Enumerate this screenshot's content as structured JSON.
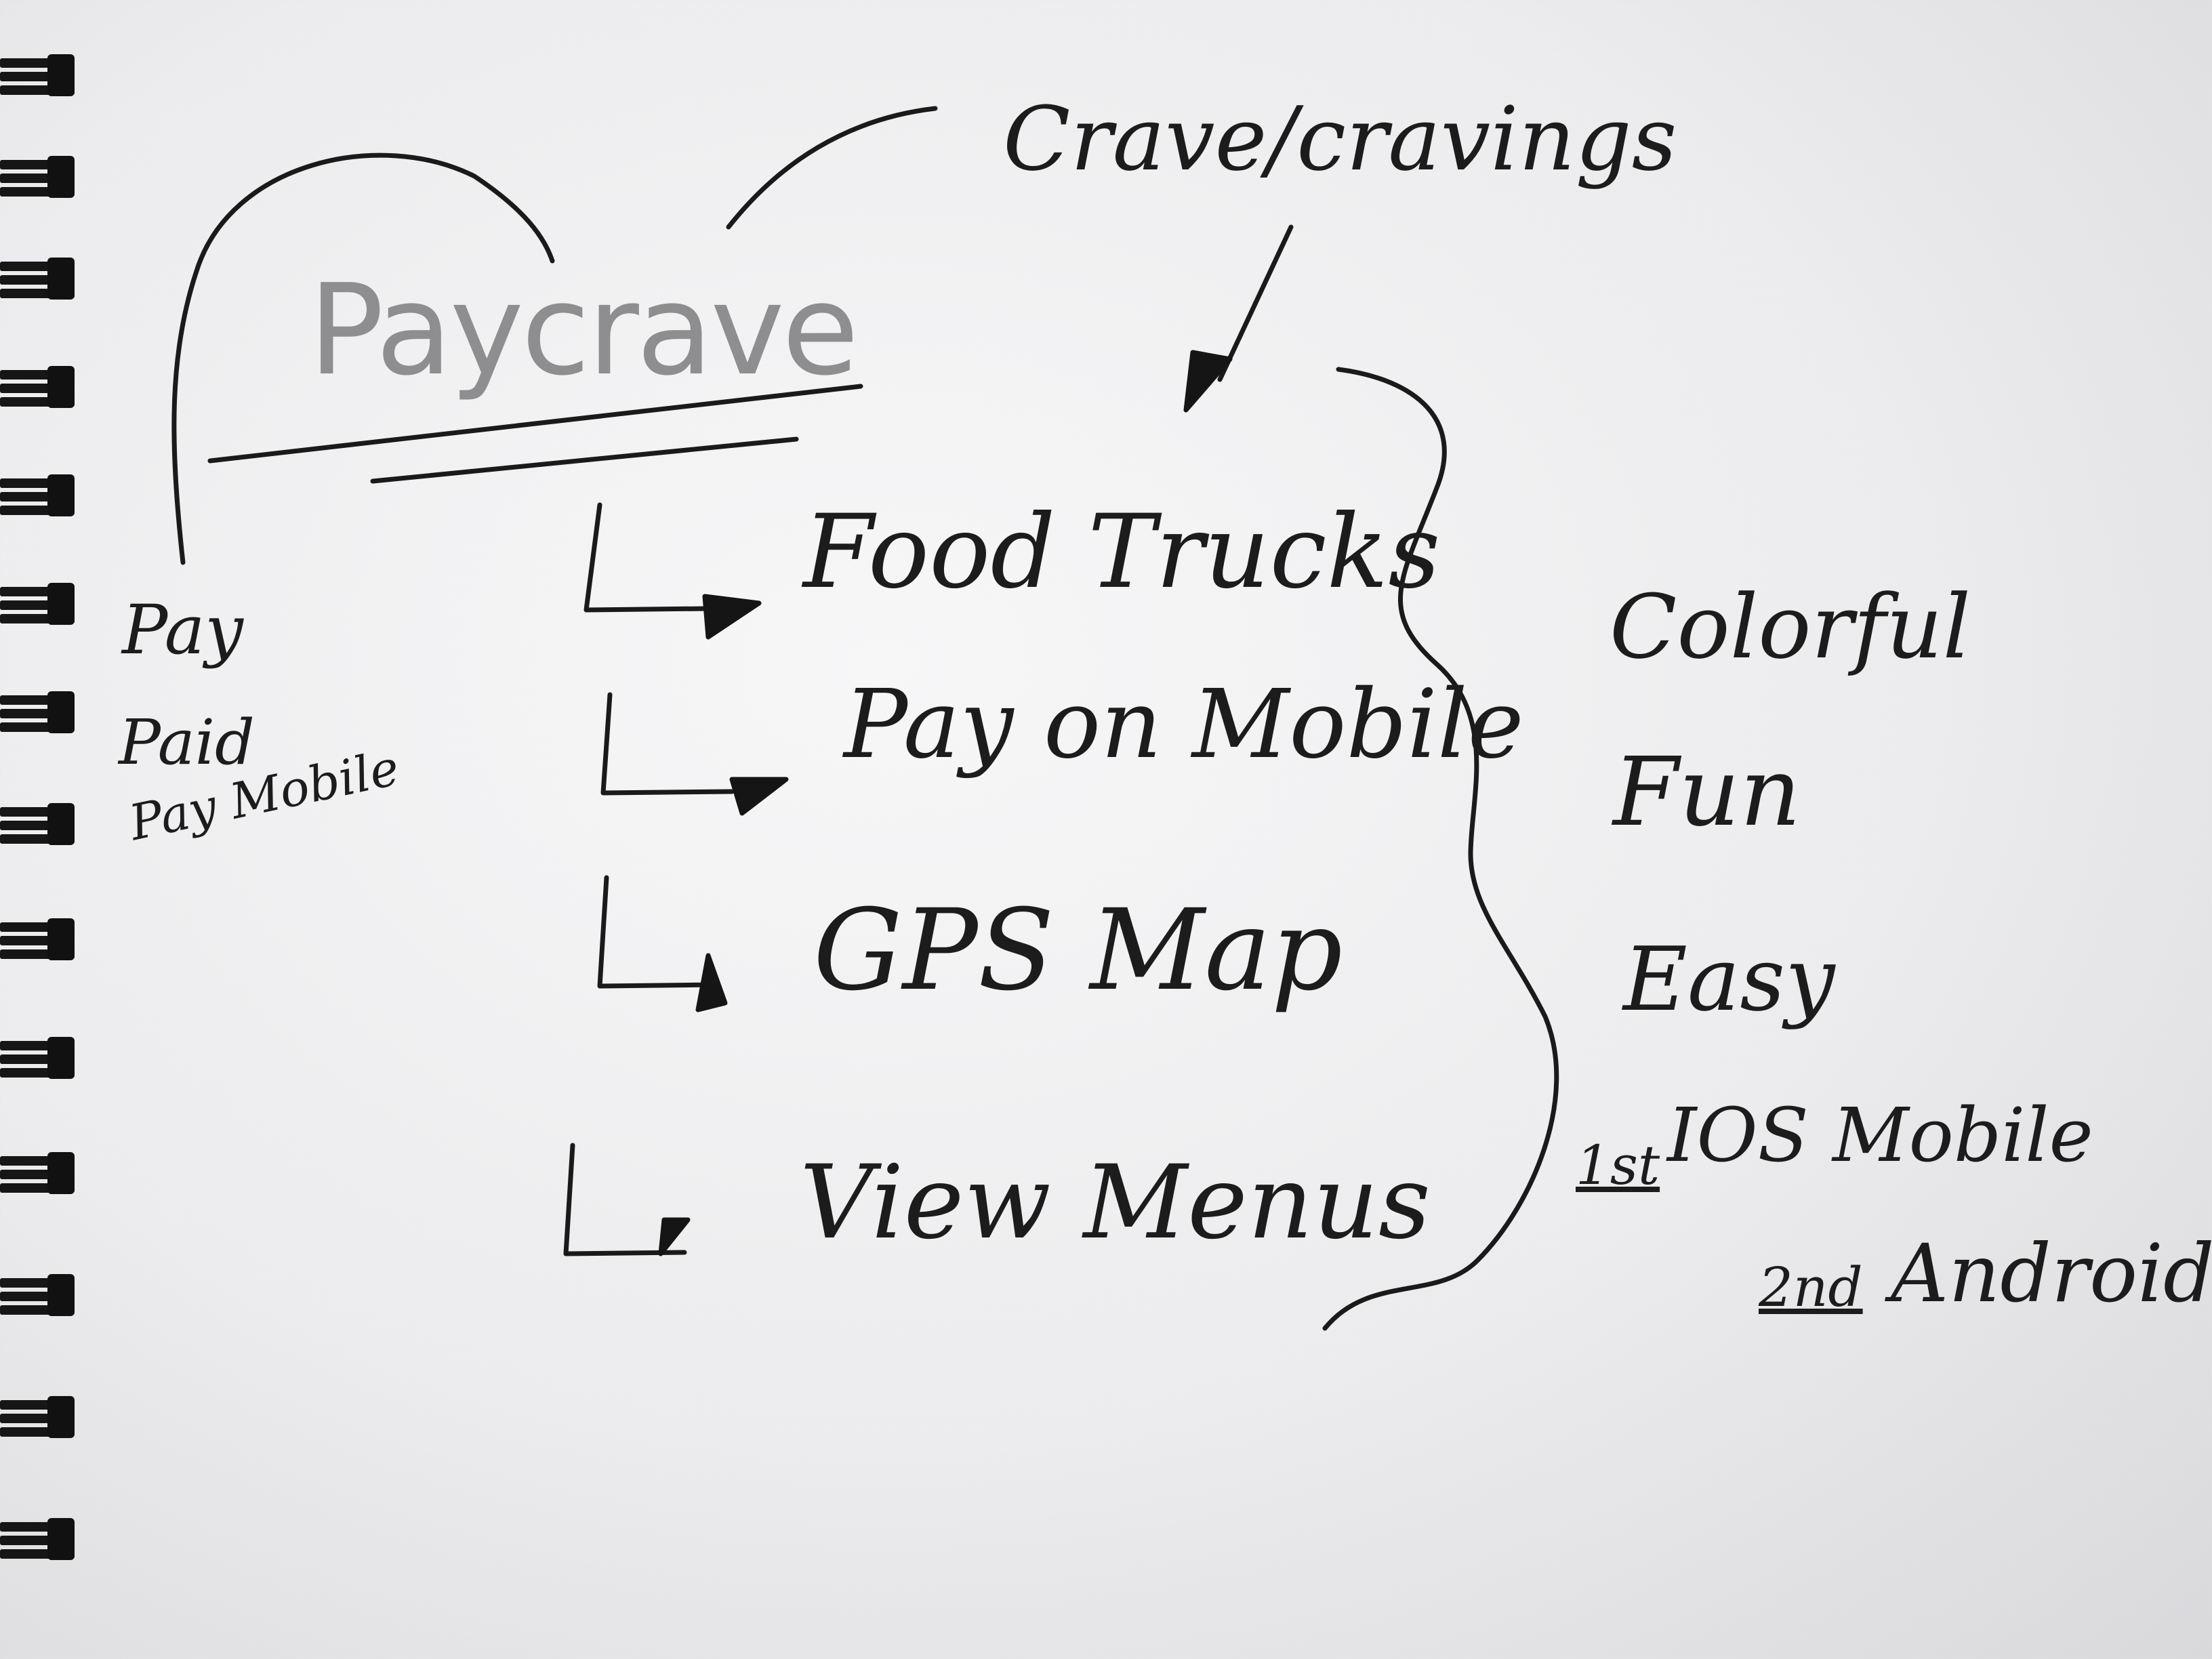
{
  "sketch": {
    "title": "Paycrave",
    "crave_label": "Crave/cravings",
    "name_ideas": [
      "Pay",
      "Paid",
      "Pay Mobile"
    ],
    "features": [
      "Food Trucks",
      "Pay on Mobile",
      "GPS Map",
      "View Menus"
    ],
    "qualities": [
      "Colorful",
      "Fun",
      "Easy"
    ],
    "platforms": [
      {
        "order": "1st",
        "name": "IOS Mobile"
      },
      {
        "order": "2nd",
        "name": "Android"
      }
    ]
  },
  "colors": {
    "ink": "#1a1a1a",
    "pencil": "#8e8e90",
    "paper": "#efeff1"
  }
}
